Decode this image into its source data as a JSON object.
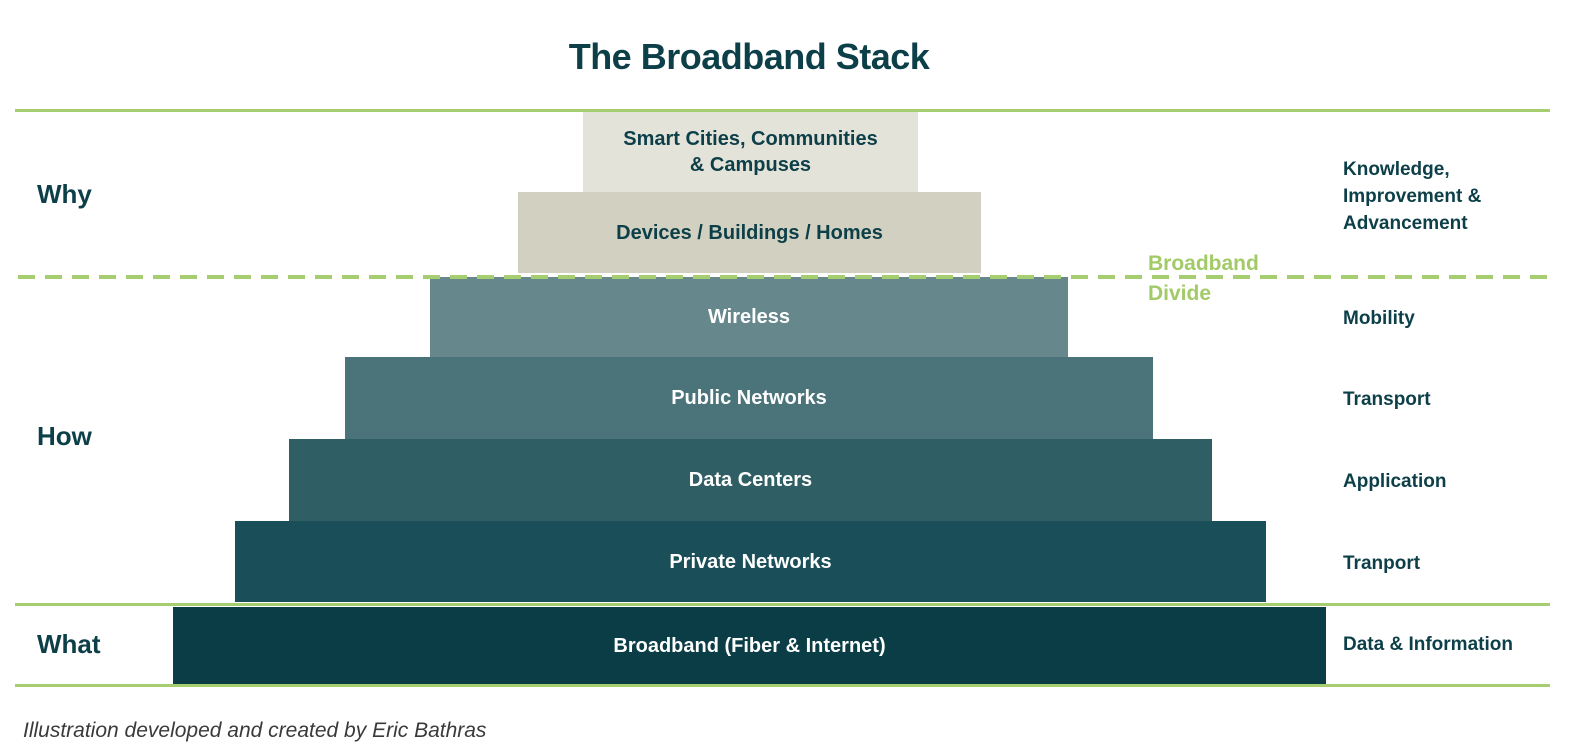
{
  "title": "The Broadband Stack",
  "footer": "Illustration developed and created by Eric Bathras",
  "divide_label": "Broadband\nDivide",
  "left_labels": [
    {
      "text": "Why"
    },
    {
      "text": "How"
    },
    {
      "text": "What"
    }
  ],
  "right_labels": [
    {
      "text": "Knowledge,\nImprovement &\nAdvancement"
    },
    {
      "text": "Mobility"
    },
    {
      "text": "Transport"
    },
    {
      "text": "Application"
    },
    {
      "text": "Tranport"
    },
    {
      "text": "Data & Information"
    }
  ],
  "layers": [
    {
      "label": "Smart Cities, Communities\n& Campuses",
      "color": "#e4e3da",
      "text_color": "#0d3f49"
    },
    {
      "label": "Devices / Buildings / Homes",
      "color": "#d2d0c1",
      "text_color": "#0d3f49"
    },
    {
      "label": "Wireless",
      "color": "#66888c",
      "text_color": "#ffffff"
    },
    {
      "label": "Public Networks",
      "color": "#4b737a",
      "text_color": "#ffffff"
    },
    {
      "label": "Data Centers",
      "color": "#2f5f64",
      "text_color": "#ffffff"
    },
    {
      "label": "Private Networks",
      "color": "#1a4e58",
      "text_color": "#ffffff"
    },
    {
      "label": "Broadband (Fiber & Internet)",
      "color": "#0a3d45",
      "text_color": "#ffffff"
    }
  ],
  "colors": {
    "dark_teal_text": "#0d3f49",
    "accent_line_green": "#a6ce71",
    "divide_text_green": "#a2cb68",
    "footer_text": "#3a3a3a",
    "white_text": "#ffffff"
  }
}
